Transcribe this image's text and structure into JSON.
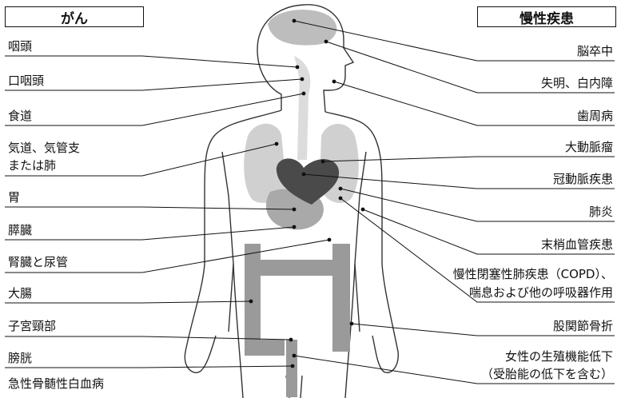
{
  "headers": {
    "cancer": "がん",
    "chronic": "慢性疾患"
  },
  "cancer_labels": [
    "咽頭",
    "口咽頭",
    "食道",
    "気道、気管支",
    "または肺",
    "胃",
    "膵臓",
    "腎臓と尿管",
    "大腸",
    "子宮頸部",
    "膀胱",
    "急性骨髄性白血病"
  ],
  "disease_labels": [
    "脳卒中",
    "失明、白内障",
    "歯周病",
    "大動脈瘤",
    "冠動脈疾患",
    "肺炎",
    "末梢血管疾患",
    "慢性閉塞性肺疾患（COPD）、",
    "喘息および他の呼吸器作用",
    "股関節骨折",
    "女性の生殖機能低下",
    "（受胎能の低下を含む）"
  ],
  "colors": {
    "line": "#111111",
    "body_outline": "#333333",
    "brain": "#bdbdbd",
    "lungs": "#d0d0d0",
    "heart": "#4a4a4a",
    "stomach": "#a9a9a9",
    "intestine": "#9a9a9a",
    "esophagus": "#dcdcdc"
  }
}
